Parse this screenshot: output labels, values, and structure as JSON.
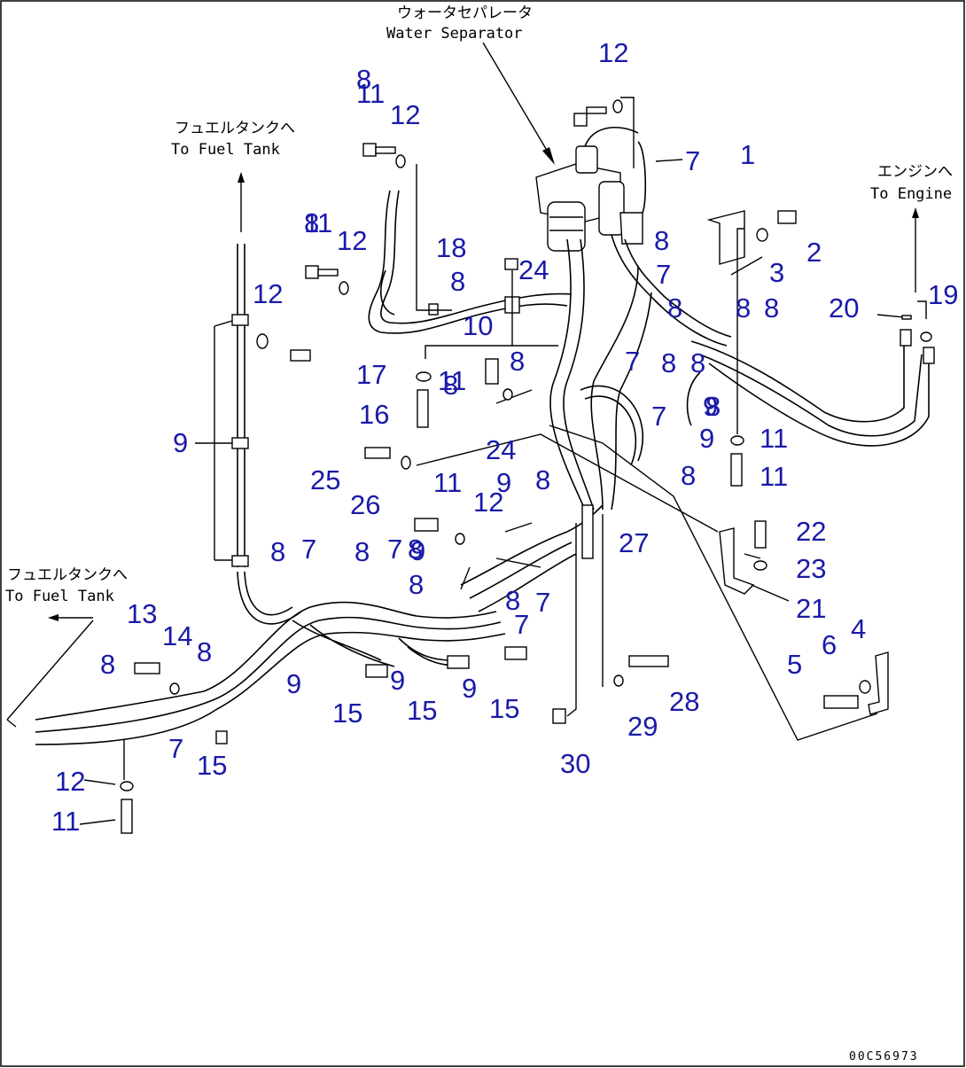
{
  "captions": {
    "water_sep_jp": "ウォータセパレータ",
    "water_sep_en": "Water Separator",
    "fuel_tank_top_jp": "フュエルタンクへ",
    "fuel_tank_top_en": "To Fuel Tank",
    "engine_jp": "エンジンへ",
    "engine_en": "To Engine",
    "fuel_tank_left_jp": "フュエルタンクへ",
    "fuel_tank_left_en": "To Fuel Tank"
  },
  "drawing_code": "00C56973",
  "part_labels": [
    "1",
    "2",
    "3",
    "4",
    "5",
    "6",
    "7",
    "8",
    "9",
    "10",
    "11",
    "12",
    "13",
    "14",
    "15",
    "16",
    "17",
    "18",
    "19",
    "20",
    "21",
    "22",
    "23",
    "24",
    "25",
    "26",
    "27",
    "28",
    "29",
    "30"
  ]
}
